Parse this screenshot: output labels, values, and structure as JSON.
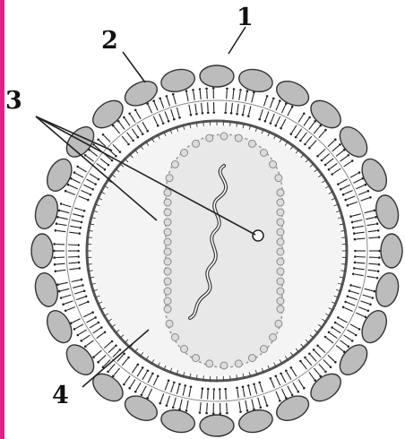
{
  "diagram": {
    "labels": [
      {
        "id": "1",
        "text": "1"
      },
      {
        "id": "2",
        "text": "2"
      },
      {
        "id": "3",
        "text": "3"
      },
      {
        "id": "4",
        "text": "4"
      }
    ],
    "colors": {
      "accent_bar": "#e0218a",
      "ink": "#222222",
      "capsomer_fill": "#bcbcbc",
      "capsomer_stroke": "#333333",
      "interior_shade": "#e6e6e6",
      "background": "#ffffff"
    }
  }
}
